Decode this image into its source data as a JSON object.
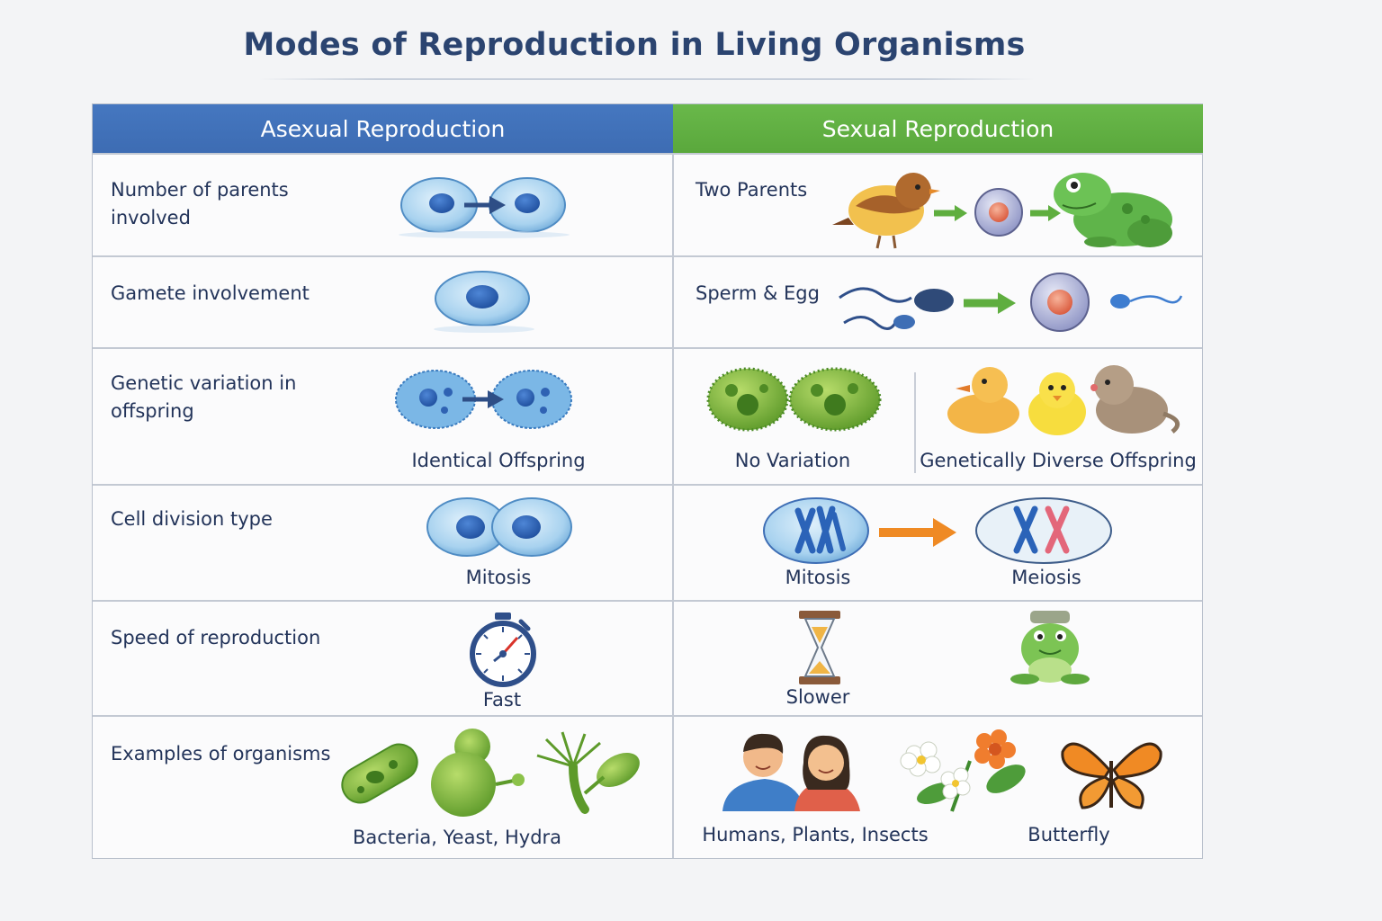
{
  "title": "Modes of Reproduction in Living Organisms",
  "headers": {
    "asexual": "Asexual Reproduction",
    "sexual": "Sexual Reproduction"
  },
  "rows": [
    {
      "label": "Number of parents involved",
      "asexual": {
        "icon": "single-cell-dividing-icon"
      },
      "sexual": {
        "text": "Two Parents",
        "icon": "bird-zygote-frog-icon"
      }
    },
    {
      "label": "Gamete involvement",
      "asexual": {
        "icon": "single-cell-icon"
      },
      "sexual": {
        "text": "Sperm & Egg",
        "icon": "sperm-egg-fusion-icon"
      }
    },
    {
      "label": "Genetic variation in offspring",
      "asexual": {
        "caption": "Identical Offspring",
        "icon": "identical-cells-icon"
      },
      "sexual": {
        "caption_left": "No Variation",
        "caption_right": "Genetically Diverse Offspring",
        "icon": "diverse-offspring-icon"
      }
    },
    {
      "label": "Cell division type",
      "asexual": {
        "caption": "Mitosis",
        "icon": "mitosis-cell-icon"
      },
      "sexual": {
        "caption_left": "Mitosis",
        "caption_right": "Meiosis",
        "icon": "chromosome-cells-icon"
      }
    },
    {
      "label": "Speed of reproduction",
      "asexual": {
        "caption": "Fast",
        "icon": "stopwatch-icon"
      },
      "sexual": {
        "caption": "Slower",
        "icon": "hourglass-icon"
      }
    },
    {
      "label": "Examples of organisms",
      "asexual": {
        "caption": "Bacteria, Yeast, Hydra",
        "icon": "bacteria-yeast-hydra-icon"
      },
      "sexual": {
        "caption_left": "Humans, Plants, Insects",
        "caption_right": "Butterfly",
        "icon": "humans-flowers-butterfly-icon"
      }
    }
  ],
  "colors": {
    "asexual_header": "#4577c0",
    "sexual_header": "#69b84a",
    "title": "#2b4470",
    "cell_fill": "#a9d3f0",
    "nucleus": "#2f62b3",
    "arrow_green": "#5fae3f",
    "arrow_orange": "#ef8a24"
  }
}
